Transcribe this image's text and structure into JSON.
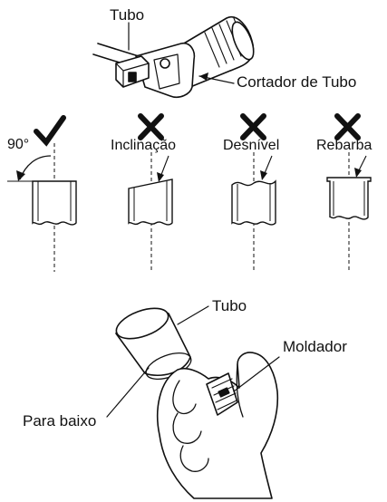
{
  "top_section": {
    "tube_label": "Tubo",
    "cutter_label": "Cortador de Tubo"
  },
  "cut_examples": [
    {
      "verdict": "correct",
      "verdict_icon": "check-icon",
      "label": "90°"
    },
    {
      "verdict": "incorrect",
      "verdict_icon": "cross-icon",
      "label": "Inclinação"
    },
    {
      "verdict": "incorrect",
      "verdict_icon": "cross-icon",
      "label": "Desnível"
    },
    {
      "verdict": "incorrect",
      "verdict_icon": "cross-icon",
      "label": "Rebarba"
    }
  ],
  "bottom_section": {
    "tube_label": "Tubo",
    "shaper_label": "Moldador",
    "direction_label": "Para baixo"
  }
}
